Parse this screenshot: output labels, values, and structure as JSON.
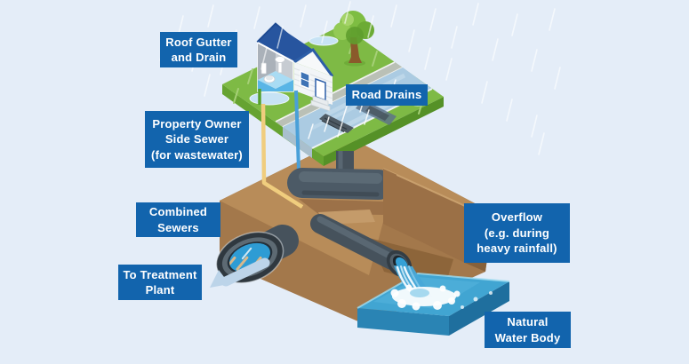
{
  "labels": [
    {
      "id": "roof-gutter-and-drain",
      "lines": [
        "Roof Gutter",
        "and Drain"
      ]
    },
    {
      "id": "property-owner-side-sewer",
      "lines": [
        "Property Owner",
        "Side Sewer",
        "(for wastewater)"
      ]
    },
    {
      "id": "road-drains",
      "lines": [
        "Road Drains"
      ]
    },
    {
      "id": "combined-sewers",
      "lines": [
        "Combined",
        "Sewers"
      ]
    },
    {
      "id": "to-treatment-plant",
      "lines": [
        "To Treatment",
        "Plant"
      ]
    },
    {
      "id": "overflow",
      "lines": [
        "Overflow",
        "(e.g. during",
        "heavy rainfall)"
      ]
    },
    {
      "id": "natural-water-body",
      "lines": [
        "Natural",
        "Water Body"
      ]
    }
  ],
  "palette": {
    "background": "#e4edf8",
    "label_bg": "#1264ad",
    "label_text": "#ffffff",
    "grass": "#7eba45",
    "grass_edge": "#5f9d2e",
    "road": "#abcbe2",
    "soil_top": "#b88c59",
    "soil_face": "#a3784b",
    "soil_dark": "#86613b",
    "pipe_gray": "#4c5a66",
    "pipe_dark": "#39434c",
    "water_surface": "#41a5d2",
    "water_deep": "#1f6f9e",
    "pipe_water": "#2e9cd4",
    "sediment": "#d8b88b",
    "flow_arrow": "#bcd4e9",
    "side_sewer_yellow": "#f0cd7e",
    "roof_drain_blue": "#4aa0d8",
    "house_roof_blue": "#2c5ea8",
    "tree_green": "#7ebd42",
    "trunk_brown": "#8a5a2b",
    "rain": "#ffffff"
  },
  "illustration": {
    "parts": [
      "rain",
      "house-with-cutaway-bathroom",
      "roof-gutter-downspout",
      "tree",
      "lawn-with-puddles",
      "road-with-drain-grates",
      "soil-cross-section",
      "storm-drain-pipe",
      "combined-sewer-main",
      "side-sewer-pipe",
      "roof-drain-pipe",
      "sewer-outfall-to-treatment",
      "flow-arrow",
      "overflow-pipe",
      "waterfall-splash",
      "natural-water-body"
    ]
  }
}
